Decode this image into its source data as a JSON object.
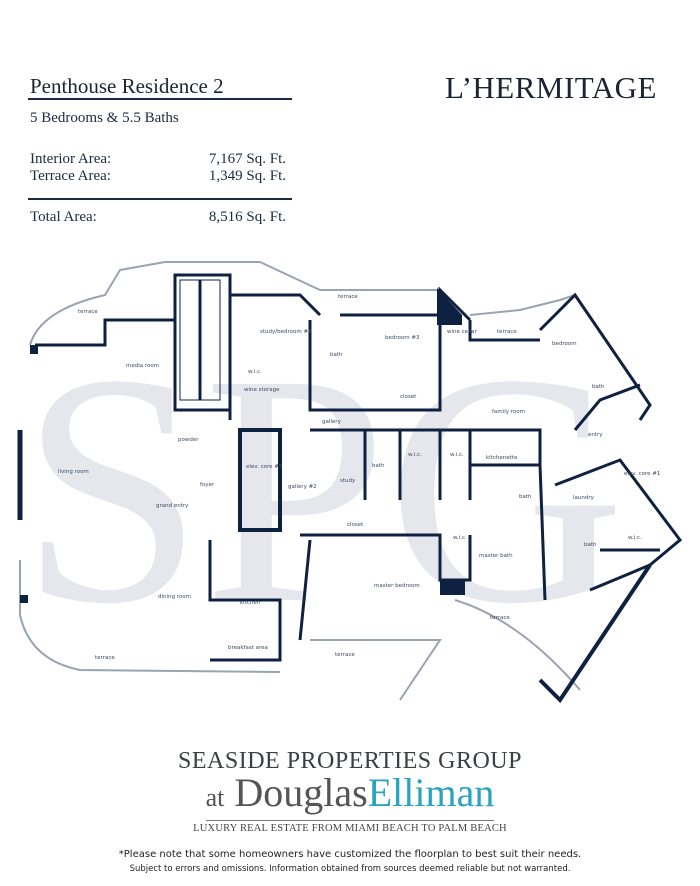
{
  "header": {
    "unit_title": "Penthouse Residence 2",
    "bed_bath": "5 Bedrooms & 5.5 Baths",
    "building": "L’HERMITAGE"
  },
  "areas": {
    "interior_label": "Interior Area:",
    "interior_value": "7,167 Sq. Ft.",
    "terrace_label": "Terrace Area:",
    "terrace_value": "1,349 Sq. Ft.",
    "total_label": "Total Area:",
    "total_value": "8,516 Sq. Ft."
  },
  "colors": {
    "wall": "#0f2140",
    "accent": "#2aa3c0",
    "watermark": "#dfe2e8"
  },
  "plan": {
    "watermark": "SPG",
    "rooms": [
      "terrace",
      "terrace",
      "study/bedroom #4",
      "bath",
      "bedroom #3",
      "wine cellar",
      "terrace",
      "bedroom",
      "media room",
      "w.i.c.",
      "wine storage",
      "closet",
      "bath",
      "gallery",
      "family room",
      "entry",
      "powder",
      "living room",
      "elev. core #3",
      "foyer",
      "gallery #2",
      "grand entry",
      "study",
      "bath",
      "w.i.c.",
      "w.i.c.",
      "kitchenette",
      "elev. core #1",
      "laundry",
      "bath",
      "closet",
      "w.i.c.",
      "bath",
      "w.i.c.",
      "master bath",
      "master bedroom",
      "dining room",
      "kitchen",
      "breakfast area",
      "terrace",
      "terrace",
      "terrace"
    ]
  },
  "logo": {
    "top": "SEASIDE PROPERTIES GROUP",
    "at": "at",
    "douglas": "Douglas",
    "elliman": "Elliman",
    "tagline": "LUXURY REAL ESTATE FROM MIAMI BEACH TO PALM BEACH"
  },
  "disclaimer": {
    "line1": "*Please note that some homeowners have customized the floorplan to best suit their needs.",
    "line2": "Subject to errors and omissions. Information obtained from sources deemed reliable but not warranted."
  }
}
